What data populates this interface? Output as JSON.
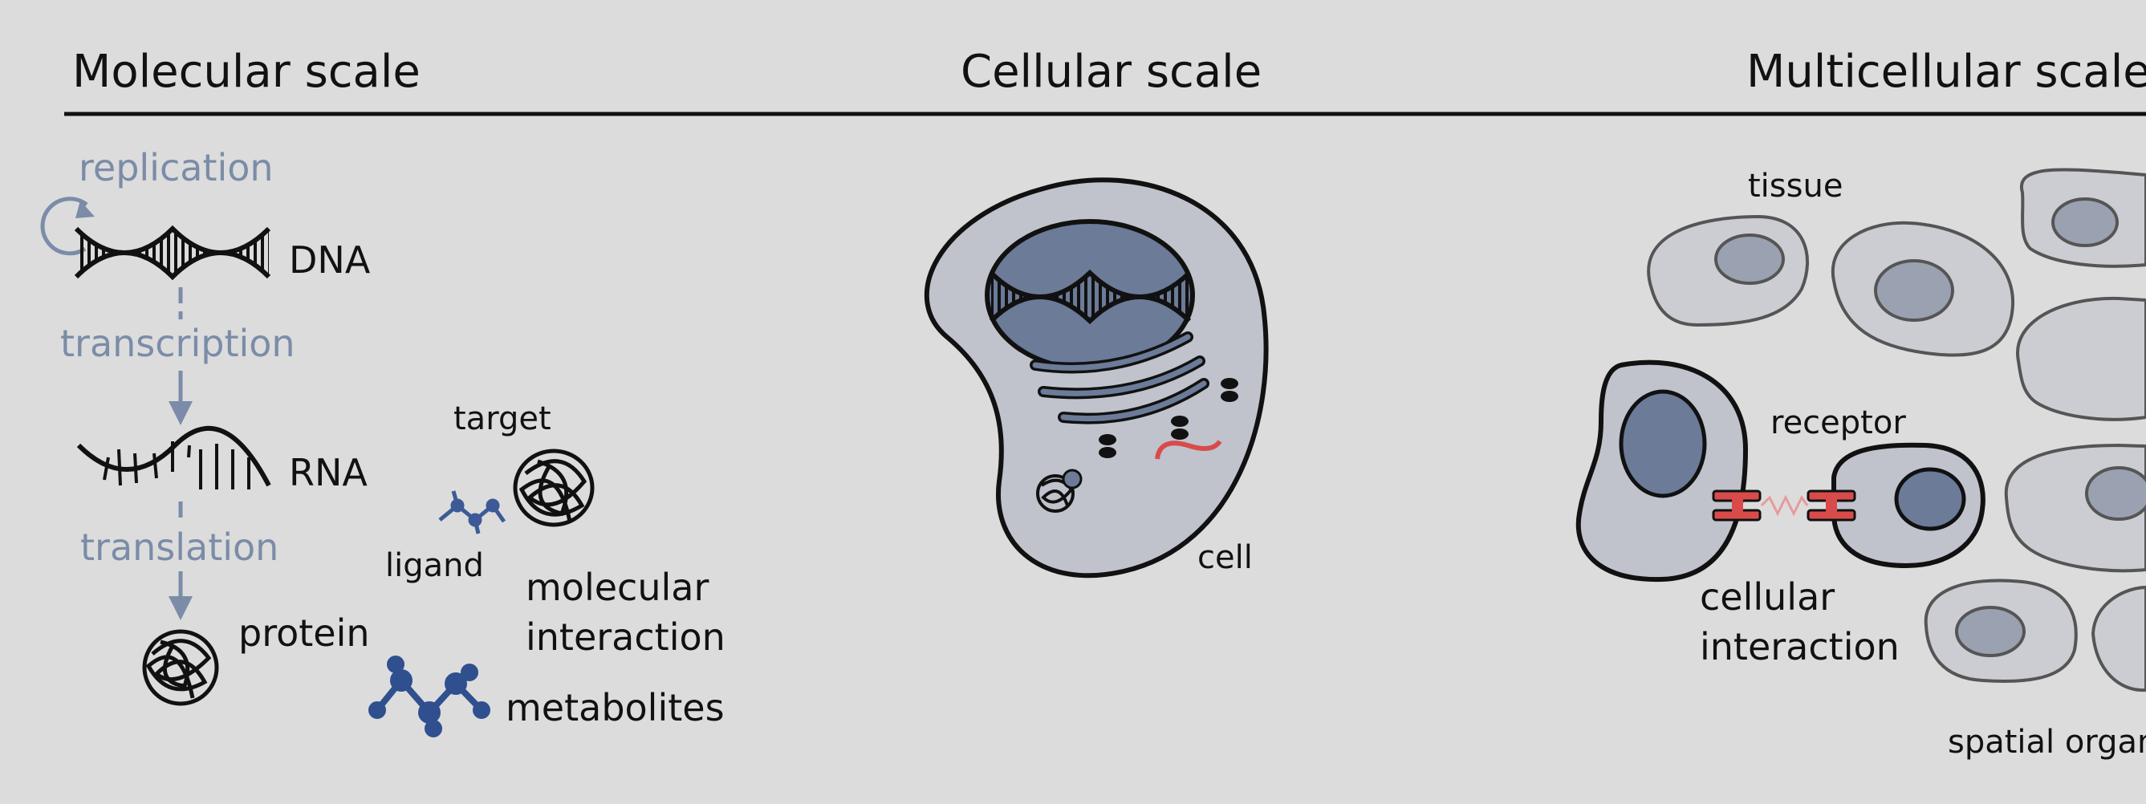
{
  "headers": {
    "molecular": "Molecular scale",
    "cellular": "Cellular scale",
    "multicellular": "Multicellular scale"
  },
  "molecular": {
    "replication": "replication",
    "dna": "DNA",
    "transcription": "transcription",
    "rna": "RNA",
    "translation": "translation",
    "protein": "protein",
    "target": "target",
    "ligand": "ligand",
    "interaction_line1": "molecular",
    "interaction_line2": "interaction",
    "metabolites": "metabolites"
  },
  "cellular": {
    "cell": "cell"
  },
  "multicellular": {
    "tissue": "tissue",
    "receptor": "receptor",
    "interaction_line1": "cellular",
    "interaction_line2": "interaction",
    "spatial": "spatial organ"
  },
  "colors": {
    "background": "#dcdcdc",
    "process_text": "#7b8ca8",
    "nucleus": "#6b7b98",
    "cell_fill": "#c0c3cb",
    "receptor_red": "#d94b4b",
    "metabolite_blue": "#2f4f8f"
  }
}
